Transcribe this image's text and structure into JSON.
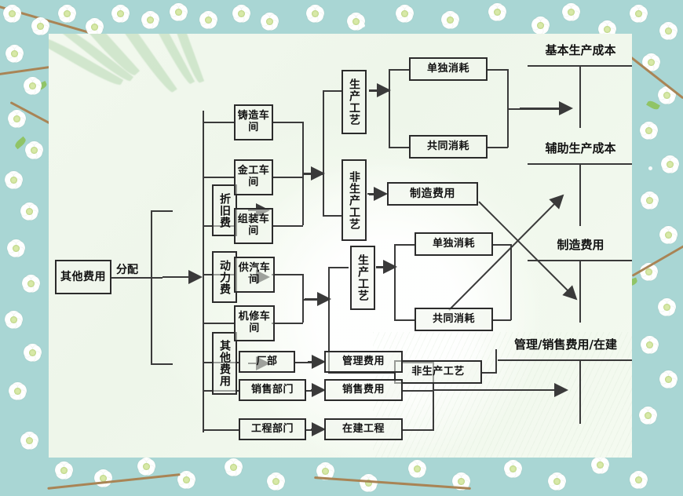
{
  "meta": {
    "title": "其他费用分配流程图",
    "theme": {
      "border_bg": "#a9d6d4",
      "panel_bg": "#f1f8ed",
      "line_color": "#3a3a3a",
      "text_color": "#111111"
    }
  },
  "diagram": {
    "type": "flowchart",
    "source": {
      "label": "其他费用"
    },
    "edge_labels": {
      "allocate": "分配"
    },
    "cost_types": [
      {
        "id": "depreciation",
        "label": "折旧费"
      },
      {
        "id": "power",
        "label": "动力费"
      },
      {
        "id": "other",
        "label": "其他费用"
      }
    ],
    "basic_workshops": [
      {
        "id": "casting",
        "label": "铸造车间"
      },
      {
        "id": "machining",
        "label": "金工车间"
      },
      {
        "id": "assembly",
        "label": "组装车间"
      }
    ],
    "auxiliary_workshops": [
      {
        "id": "steam",
        "label": "供汽车间"
      },
      {
        "id": "repair",
        "label": "机修车间"
      }
    ],
    "departments": [
      {
        "id": "plant",
        "label": "厂部"
      },
      {
        "id": "sales-dept",
        "label": "销售部门"
      },
      {
        "id": "engineering-dept",
        "label": "工程部门"
      }
    ],
    "department_expenses": [
      {
        "id": "admin-expense",
        "label": "管理费用"
      },
      {
        "id": "selling-expense",
        "label": "销售费用"
      },
      {
        "id": "construction-in-progress",
        "label": "在建工程"
      }
    ],
    "basic_process": {
      "label": "生产工艺"
    },
    "basic_nonprocess": {
      "label": "非生产工艺"
    },
    "basic_consumption": [
      {
        "id": "basic-separate",
        "label": "单独消耗"
      },
      {
        "id": "basic-common",
        "label": "共同消耗"
      }
    ],
    "manufacturing_expense": {
      "label": "制造费用"
    },
    "aux_process": {
      "label": "生产工艺"
    },
    "aux_consumption": [
      {
        "id": "aux-separate",
        "label": "单独消耗"
      },
      {
        "id": "aux-common",
        "label": "共同消耗"
      }
    ],
    "aux_nonprocess": {
      "label": "非生产工艺"
    },
    "accounts": [
      {
        "id": "basic-production-cost",
        "label": "基本生产成本"
      },
      {
        "id": "auxiliary-production-cost",
        "label": "辅助生产成本"
      },
      {
        "id": "manufacturing-overhead",
        "label": "制造费用"
      },
      {
        "id": "admin-selling-cip",
        "label": "管理/销售费用/在建"
      }
    ]
  }
}
